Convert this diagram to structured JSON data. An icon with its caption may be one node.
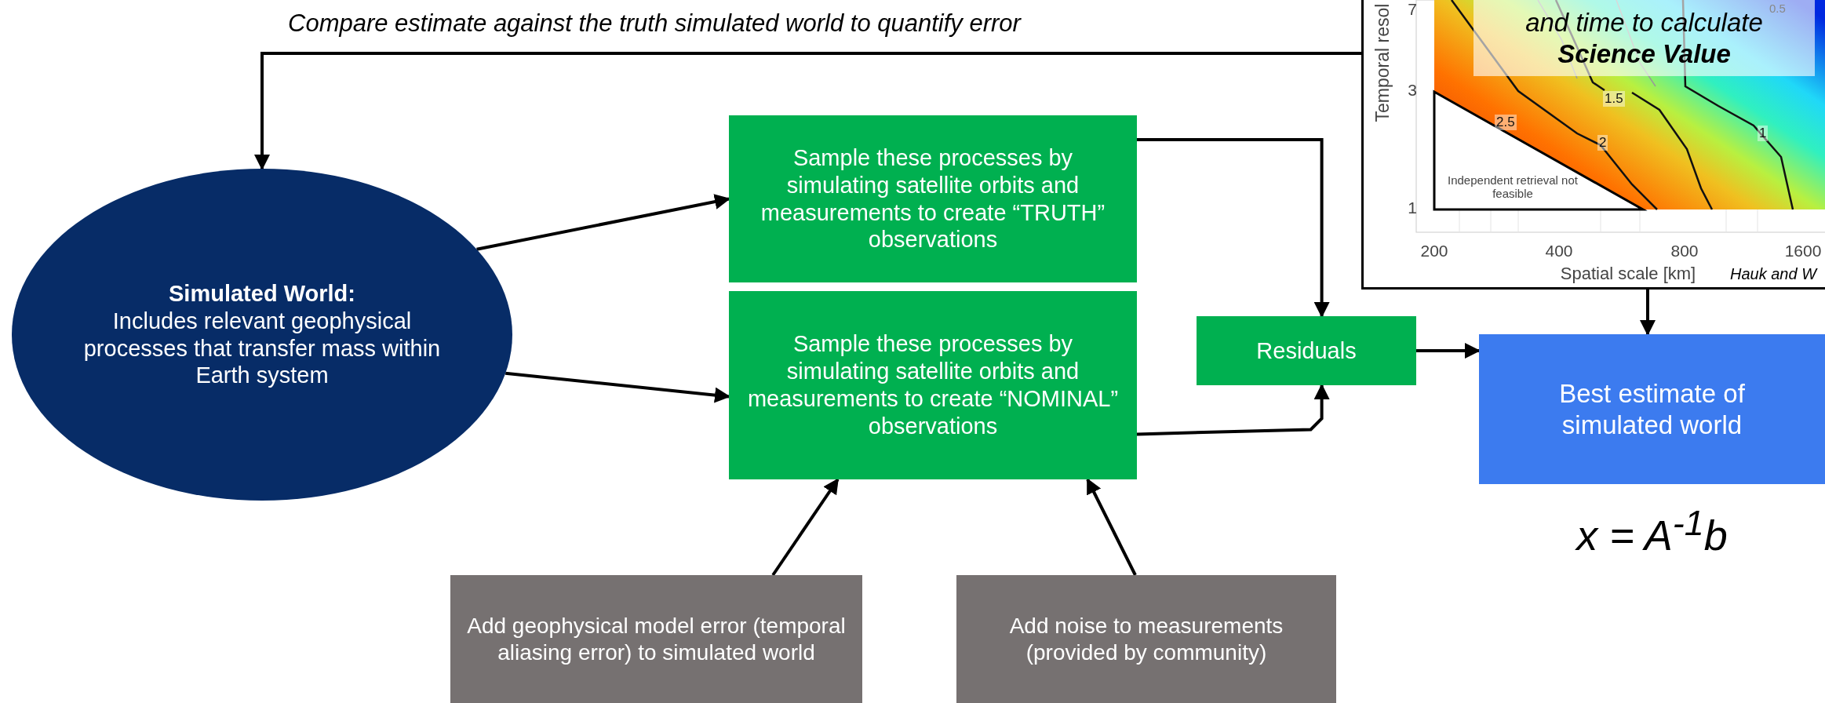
{
  "diagram": {
    "nodes": [
      {
        "text": [],
        "shape": "picture"
      },
      {
        "text": [
          "and time to calculate **Science Value**"
        ],
        "in": 0
      },
      {
        "text": [
          "Simulated World:",
          "Includes relevant geophysical processes that transfer mass within Earth system"
        ]
      },
      {
        "text": [
          "Sample these processes by simulating satellite orbits and measurements to create “TRUTH” observations"
        ]
      },
      {
        "text": [
          "Sample these processes by simulating satellite orbits and measurements to create “NOMINAL” observations"
        ]
      },
      {
        "text": [
          "Residuals"
        ]
      },
      {
        "text": [
          "Best estimate of simulated world"
        ],
        "beside": [
          "x = A$^{-1}$b"
        ]
      },
      {
        "text": [
          "Add geophysical model error (temporal aliasing error) to simulated world"
        ]
      },
      {
        "text": [
          "Add noise to measurements (provided by community)"
        ]
      }
    ],
    "edges": [
      {
        "from": 0,
        "to": 2,
        "arrow": "to",
        "label": "Compare estimate against the truth simulated world to quantify error"
      },
      {
        "from": 2,
        "to": 3,
        "arrow": "to"
      },
      {
        "from": 2,
        "to": 4,
        "arrow": "to"
      },
      {
        "from": 3,
        "to": 5,
        "arrow": "to"
      },
      {
        "from": 4,
        "to": 5,
        "arrow": "to"
      },
      {
        "from": 5,
        "to": 6,
        "arrow": "to"
      },
      {
        "from": 0,
        "to": 6,
        "arrow": "to"
      },
      {
        "from": 7,
        "to": 4,
        "arrow": "to"
      },
      {
        "from": 8,
        "to": 4,
        "arrow": "to"
      }
    ],
    "labels": [
      "7",
      "3",
      "1",
      "2.5",
      "2",
      "1.5",
      "1",
      "0.5",
      "Independent retrieval not feasible",
      "200",
      "400",
      "800",
      "1600",
      "Temporal resol",
      "Spatial scale [km]",
      "Hauk and W"
    ]
  }
}
